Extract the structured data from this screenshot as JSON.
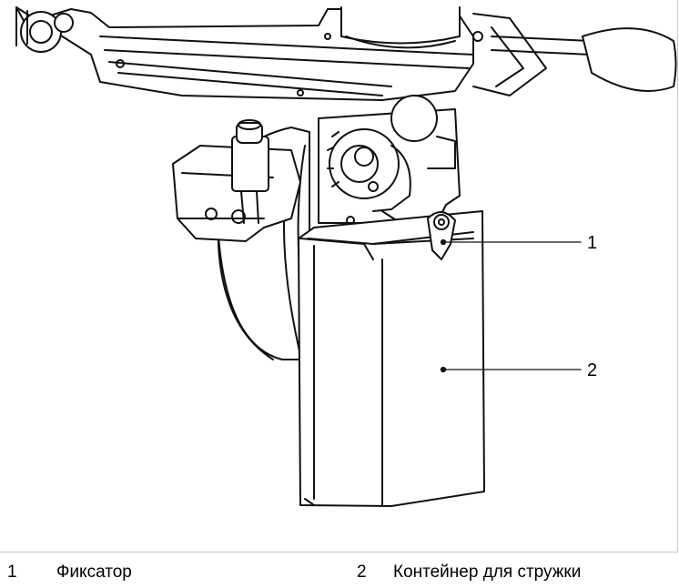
{
  "callouts": [
    {
      "num": "1"
    },
    {
      "num": "2"
    }
  ],
  "legend": [
    {
      "num": "1",
      "text": "Фиксатор"
    },
    {
      "num": "2",
      "text": "Контейнер для стружки"
    }
  ]
}
